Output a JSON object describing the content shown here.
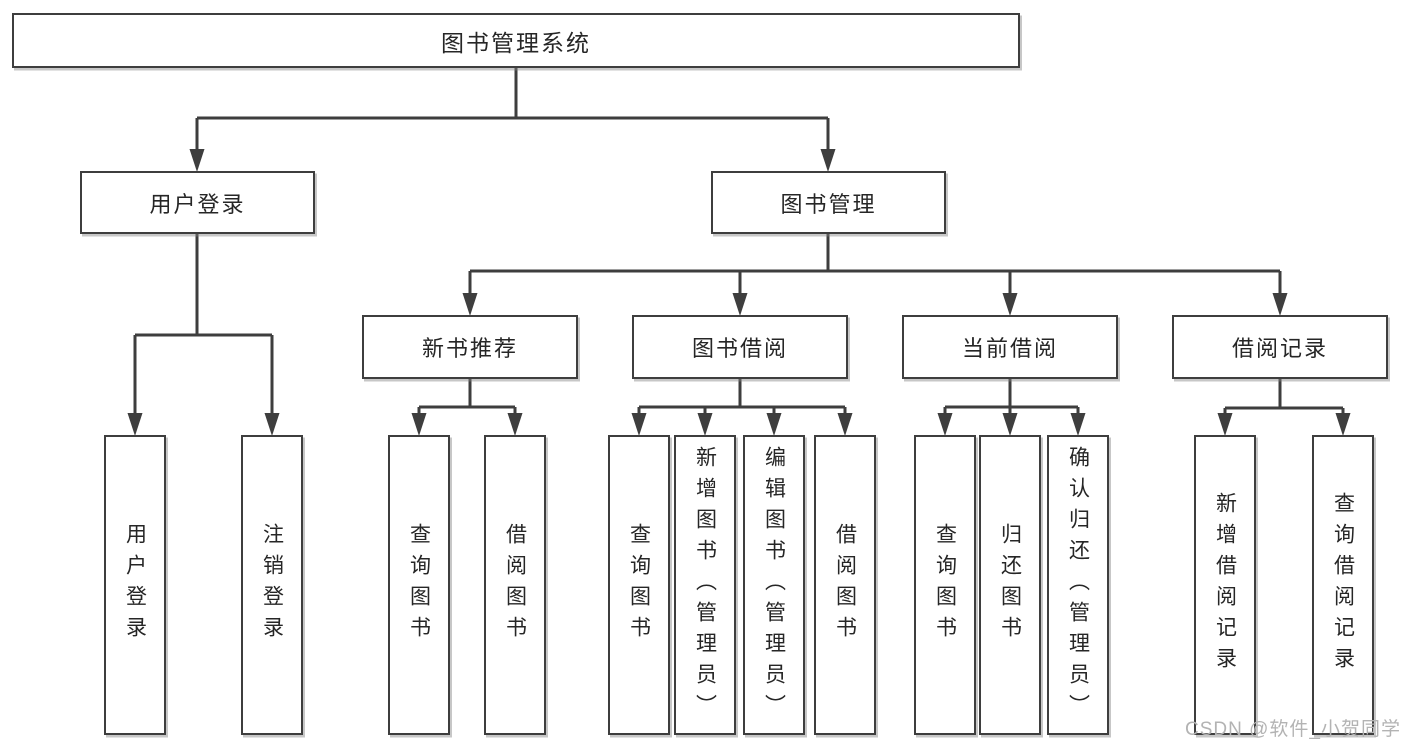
{
  "diagram": {
    "type": "hierarchy-tree",
    "title": "图书管理系统",
    "children": [
      {
        "label": "用户登录",
        "children": [
          {
            "label": "用户登录"
          },
          {
            "label": "注销登录"
          }
        ]
      },
      {
        "label": "图书管理",
        "children": [
          {
            "label": "新书推荐",
            "children": [
              {
                "label": "查询图书"
              },
              {
                "label": "借阅图书"
              }
            ]
          },
          {
            "label": "图书借阅",
            "children": [
              {
                "label": "查询图书"
              },
              {
                "label": "新增图书（管理员）"
              },
              {
                "label": "编辑图书（管理员）"
              },
              {
                "label": "借阅图书"
              }
            ]
          },
          {
            "label": "当前借阅",
            "children": [
              {
                "label": "查询图书"
              },
              {
                "label": "归还图书"
              },
              {
                "label": "确认归还（管理员）"
              }
            ]
          },
          {
            "label": "借阅记录",
            "children": [
              {
                "label": "新增借阅记录"
              },
              {
                "label": "查询借阅记录"
              }
            ]
          }
        ]
      }
    ]
  },
  "watermark": {
    "text": "CSDN @软件_小贺同学"
  },
  "colors": {
    "line": "#3e3e3e",
    "box_border": "#3e3e3e",
    "text": "#262626",
    "watermark": "#b3b3b3",
    "background": "#ffffff"
  }
}
